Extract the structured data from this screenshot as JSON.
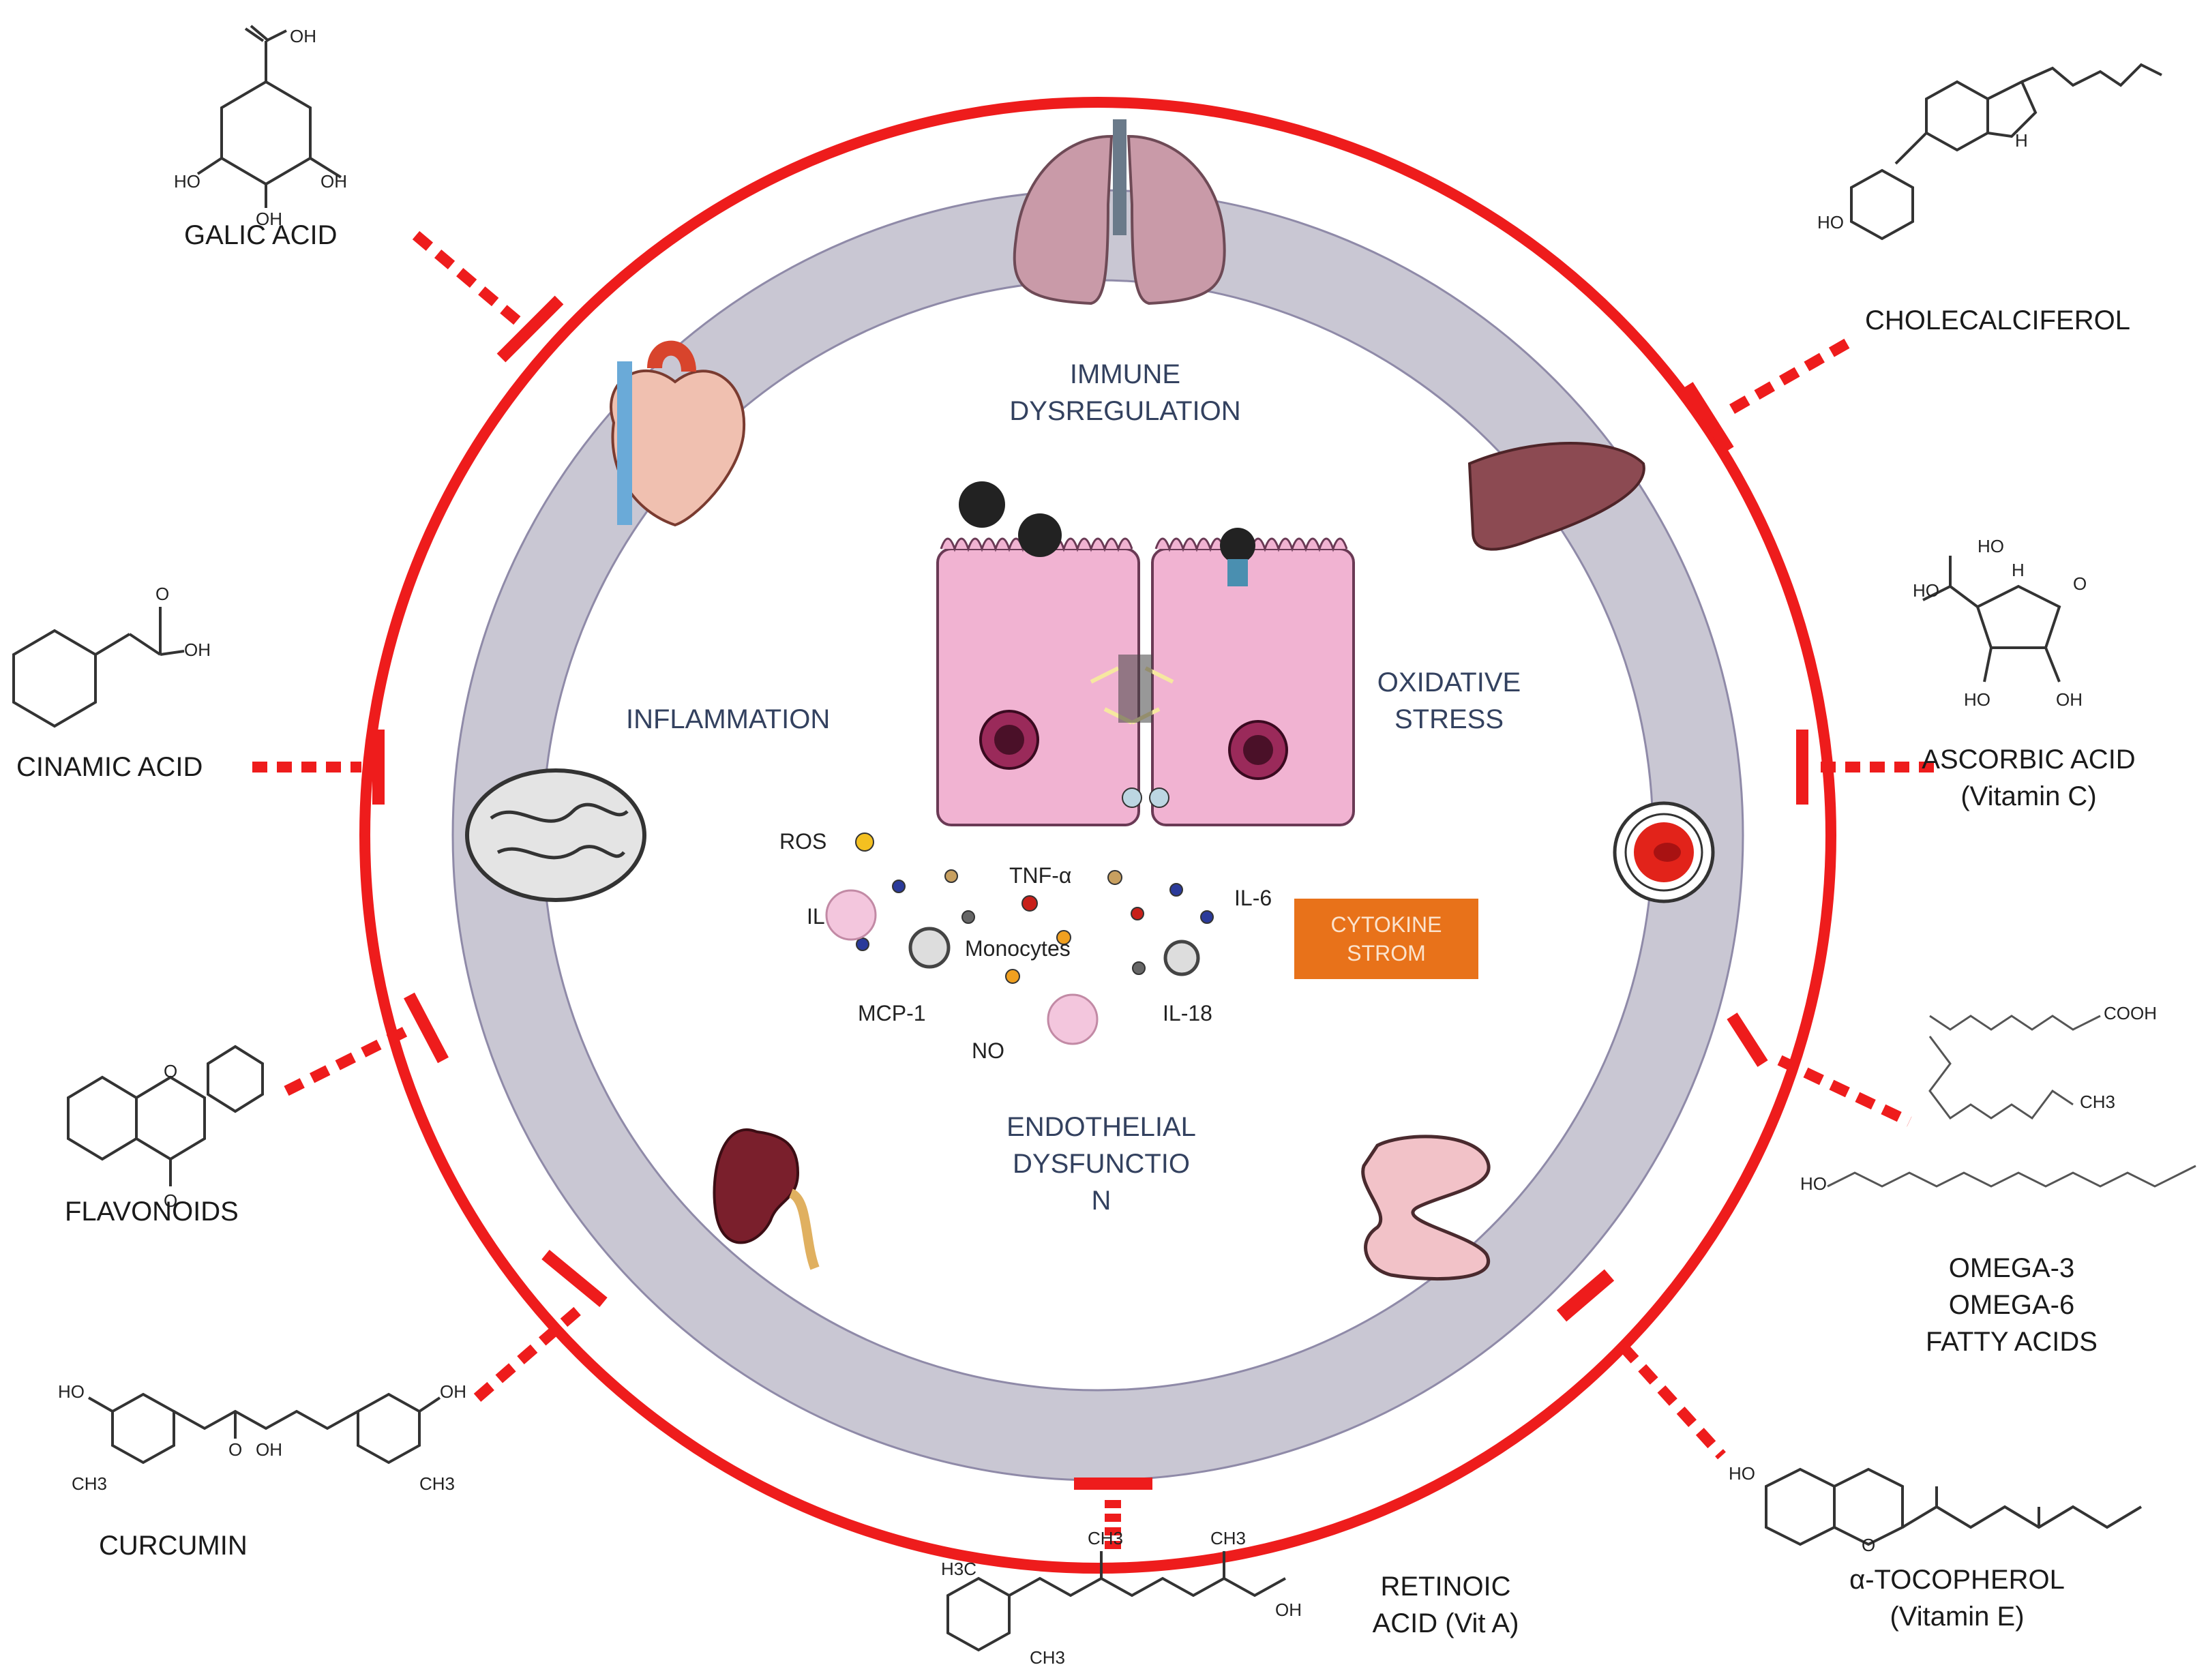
{
  "compounds": {
    "galic_acid": "GALIC ACID",
    "cinamic_acid": "CINAMIC ACID",
    "flavonoids": "FLAVONOIDS",
    "curcumin": "CURCUMIN",
    "retinoic_line1": "RETINOIC",
    "retinoic_line2": "ACID (Vit A)",
    "tocopherol_line1": "α-TOCOPHEROL",
    "tocopherol_line2": "(Vitamin E)",
    "omega_line1": "OMEGA-3",
    "omega_line2": "OMEGA-6",
    "omega_line3": "FATTY ACIDS",
    "ascorbic_line1": "ASCORBIC ACID",
    "ascorbic_line2": "(Vitamin C)",
    "cholecalciferol": "CHOLECALCIFEROL"
  },
  "themes": {
    "immune_line1": "IMMUNE",
    "immune_line2": "DYSREGULATION",
    "inflammation": "INFLAMMATION",
    "oxidative_line1": "OXIDATIVE",
    "oxidative_line2": "STRESS",
    "endothelial_line1": "ENDOTHELIAL",
    "endothelial_line2": "DYSFUNCTIO",
    "endothelial_line3": "N"
  },
  "mediators": {
    "ros": "ROS",
    "il": "IL",
    "tnf": "TNF-α",
    "il6": "IL-6",
    "monocytes": "Monocytes",
    "mcp1": "MCP-1",
    "no": "NO",
    "il18": "IL-18"
  },
  "cytokine_storm": {
    "line1": "CYTOKINE",
    "line2": "STROM"
  },
  "chem_labels": {
    "oh": "OH",
    "ho": "HO",
    "o": "O",
    "ch3": "CH3",
    "h3c": "H3C",
    "cooh": "COOH",
    "h": "H"
  },
  "colors": {
    "red": "#ee1c1c",
    "ring": "#c9c7d3",
    "ring_edge": "#8f8aa8",
    "theme_text": "#33415f",
    "storm": "#e8721a",
    "cell": "#f1b3d2"
  },
  "icons": [
    "lungs-icon",
    "heart-icon",
    "liver-icon",
    "brain-icon",
    "blood-cell-icon",
    "kidney-icon",
    "intestine-icon"
  ]
}
